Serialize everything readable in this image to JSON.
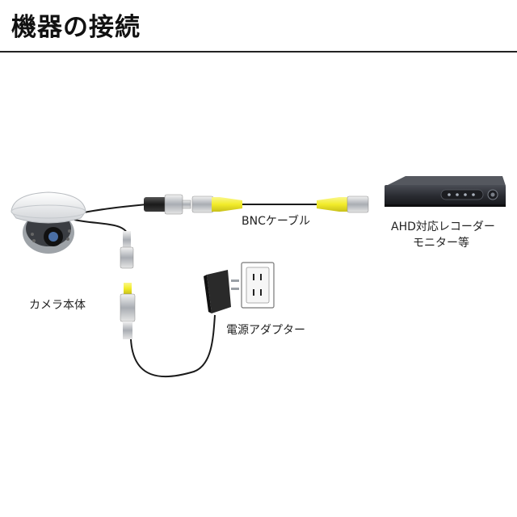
{
  "header": {
    "title": "機器の接続"
  },
  "labels": {
    "camera": "カメラ本体",
    "bnc_cable": "BNCケーブル",
    "recorder_line1": "AHD対応レコーダー",
    "recorder_line2": "モニター等",
    "power_adapter": "電源アダプター"
  },
  "colors": {
    "bnc_yellow": "#f2ec2a",
    "recorder_body": "#2b2d33",
    "cable": "#1a1a1a"
  }
}
